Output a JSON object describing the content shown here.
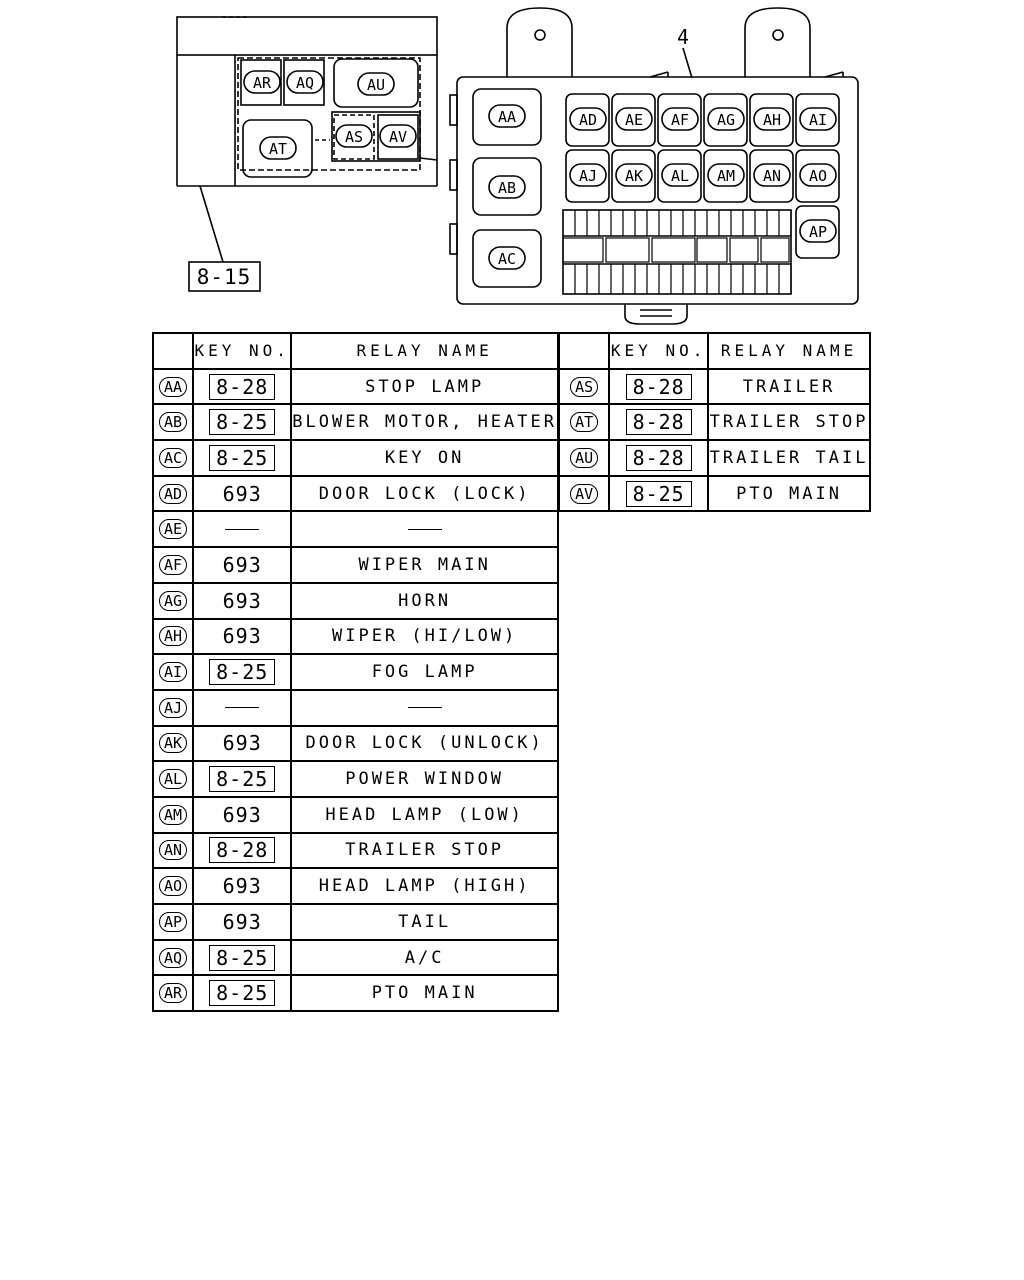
{
  "diagram": {
    "callout_number": "4",
    "reference_box": "8-15",
    "relay_labels": [
      "AA",
      "AB",
      "AC",
      "AD",
      "AE",
      "AF",
      "AG",
      "AH",
      "AI",
      "AJ",
      "AK",
      "AL",
      "AM",
      "AN",
      "AO",
      "AP",
      "AQ",
      "AR",
      "AS",
      "AT",
      "AU",
      "AV"
    ]
  },
  "table": {
    "headers": {
      "blank": "",
      "key_no": "KEY NO.",
      "relay_name": "RELAY NAME"
    },
    "left_rows": [
      {
        "id": "AA",
        "key": "8-28",
        "key_style": "boxed",
        "name": "STOP LAMP"
      },
      {
        "id": "AB",
        "key": "8-25",
        "key_style": "boxed",
        "name": "BLOWER MOTOR, HEATER"
      },
      {
        "id": "AC",
        "key": "8-25",
        "key_style": "boxed",
        "name": "KEY ON"
      },
      {
        "id": "AD",
        "key": "693",
        "key_style": "plain",
        "name": "DOOR LOCK (LOCK)"
      },
      {
        "id": "AE",
        "key": "",
        "key_style": "dash",
        "name": "",
        "name_style": "dash"
      },
      {
        "id": "AF",
        "key": "693",
        "key_style": "plain",
        "name": "WIPER MAIN"
      },
      {
        "id": "AG",
        "key": "693",
        "key_style": "plain",
        "name": "HORN"
      },
      {
        "id": "AH",
        "key": "693",
        "key_style": "plain",
        "name": "WIPER (HI/LOW)"
      },
      {
        "id": "AI",
        "key": "8-25",
        "key_style": "boxed",
        "name": "FOG LAMP"
      },
      {
        "id": "AJ",
        "key": "",
        "key_style": "dash",
        "name": "",
        "name_style": "dash"
      },
      {
        "id": "AK",
        "key": "693",
        "key_style": "plain",
        "name": "DOOR LOCK (UNLOCK)"
      },
      {
        "id": "AL",
        "key": "8-25",
        "key_style": "boxed",
        "name": "POWER WINDOW"
      },
      {
        "id": "AM",
        "key": "693",
        "key_style": "plain",
        "name": "HEAD LAMP (LOW)"
      },
      {
        "id": "AN",
        "key": "8-28",
        "key_style": "boxed",
        "name": "TRAILER STOP"
      },
      {
        "id": "AO",
        "key": "693",
        "key_style": "plain",
        "name": "HEAD LAMP (HIGH)"
      },
      {
        "id": "AP",
        "key": "693",
        "key_style": "plain",
        "name": "TAIL"
      },
      {
        "id": "AQ",
        "key": "8-25",
        "key_style": "boxed",
        "name": "A/C"
      },
      {
        "id": "AR",
        "key": "8-25",
        "key_style": "boxed",
        "name": "PTO MAIN"
      }
    ],
    "right_rows": [
      {
        "id": "AS",
        "key": "8-28",
        "key_style": "boxed",
        "name": "TRAILER"
      },
      {
        "id": "AT",
        "key": "8-28",
        "key_style": "boxed",
        "name": "TRAILER STOP"
      },
      {
        "id": "AU",
        "key": "8-28",
        "key_style": "boxed",
        "name": "TRAILER TAIL"
      },
      {
        "id": "AV",
        "key": "8-25",
        "key_style": "boxed",
        "name": "PTO MAIN"
      }
    ]
  }
}
